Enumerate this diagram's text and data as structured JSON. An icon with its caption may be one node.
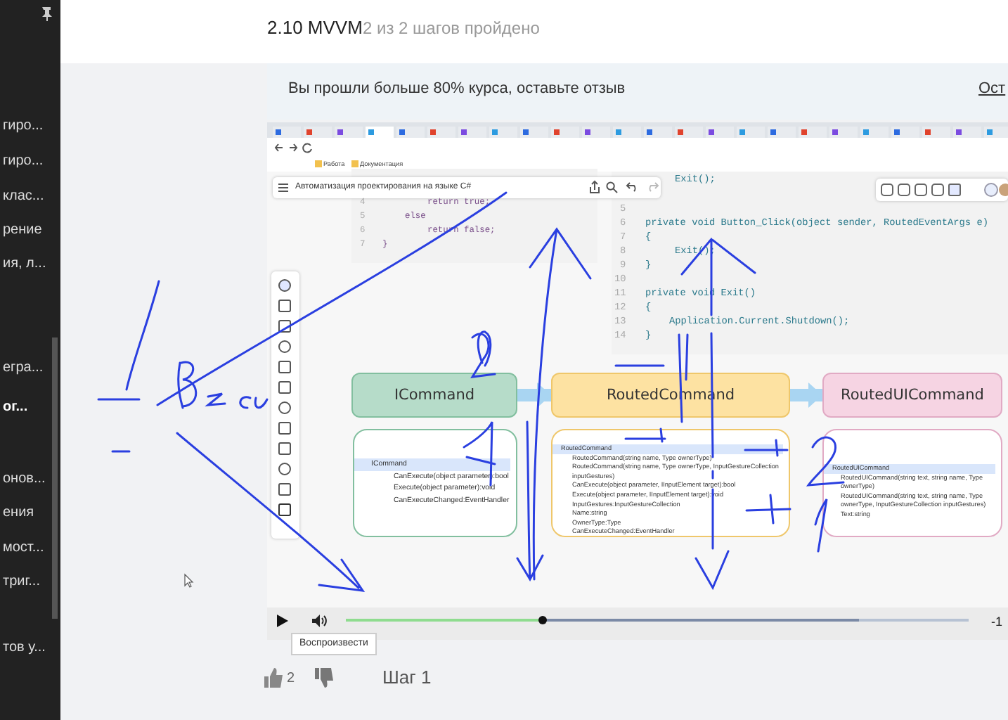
{
  "diagram": {
    "nodes": [
      {
        "text": [
          "ICommand"
        ]
      },
      {
        "text": [
          "RoutedCommand"
        ]
      },
      {
        "text": [
          "RoutedUICommand"
        ]
      },
      {
        "text": [
          "ICommand",
          "CanExecute(object parameter):bool",
          "Execute(object parameter):void",
          "CanExecuteChanged:EventHandler"
        ]
      },
      {
        "text": [
          "RoutedCommand",
          "RoutedCommand(string name, Type ownerType)",
          "RoutedCommand(string name, Type ownerType, InputGestureCollection inputGestures)",
          "CanExecute(object parameter, IInputElement target):bool",
          "Execute(object parameter, IInputElement target):void",
          "InputGestures:InputGestureCollection",
          "Name:string",
          "OwnerType:Type",
          "CanExecuteChanged:EventHandler"
        ]
      },
      {
        "text": [
          "RoutedUICommand",
          "RoutedUICommand(string text, string name, Type ownerType)",
          "RoutedUICommand(string text, string name, Type ownerType, InputGestureCollection inputGestures)",
          "Text:string"
        ]
      }
    ],
    "edges": [
      {
        "from": 0,
        "to": 1,
        "arrow": "to"
      },
      {
        "from": 1,
        "to": 2,
        "arrow": "to"
      }
    ],
    "labels": [
      "2.10 MVVM",
      "2 из 2 шагов пройдено",
      "Вы прошли больше 80% курса, оставьте отзыв",
      "Ост",
      "гиро...",
      "гиро...",
      "клас...",
      "рение",
      "ия, л...",
      "егра...",
      "ог...",
      "онов...",
      "ения",
      "мост...",
      "триг...",
      "тов у...",
      "Работа",
      "Документация",
      "Автоматизация проектирования на языке C#",
      "4",
      "return true;",
      "5",
      "else",
      "6",
      "return false;",
      "7",
      "}",
      "Exit();",
      "5",
      "6",
      "private void Button_Click(object sender, RoutedEventArgs e)",
      "7",
      "{",
      "8",
      "Exit();",
      "9",
      "}",
      "10",
      "11",
      "private void Exit()",
      "12",
      "{",
      "13",
      "Application.Current.Shutdown();",
      "14",
      "}",
      "-1",
      "Воспроизвести",
      "2",
      "Шаг 1"
    ]
  }
}
